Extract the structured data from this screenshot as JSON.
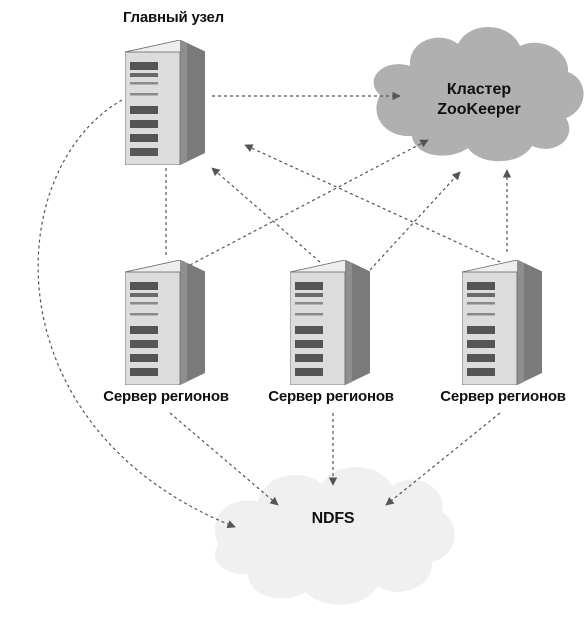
{
  "master": {
    "label": "Главный узел"
  },
  "zookeeper": {
    "line1": "Кластер",
    "line2": "ZooKeeper"
  },
  "region_servers": [
    {
      "label": "Сервер регионов"
    },
    {
      "label": "Сервер регионов"
    },
    {
      "label": "Сервер регионов"
    }
  ],
  "storage": {
    "label": "NDFS"
  },
  "colors": {
    "zk_cloud": "#b0b0b0",
    "ndfs_cloud": "#f0f0f0",
    "server_light": "#e2e2e2",
    "server_dark": "#555555",
    "arrow": "#555555"
  }
}
